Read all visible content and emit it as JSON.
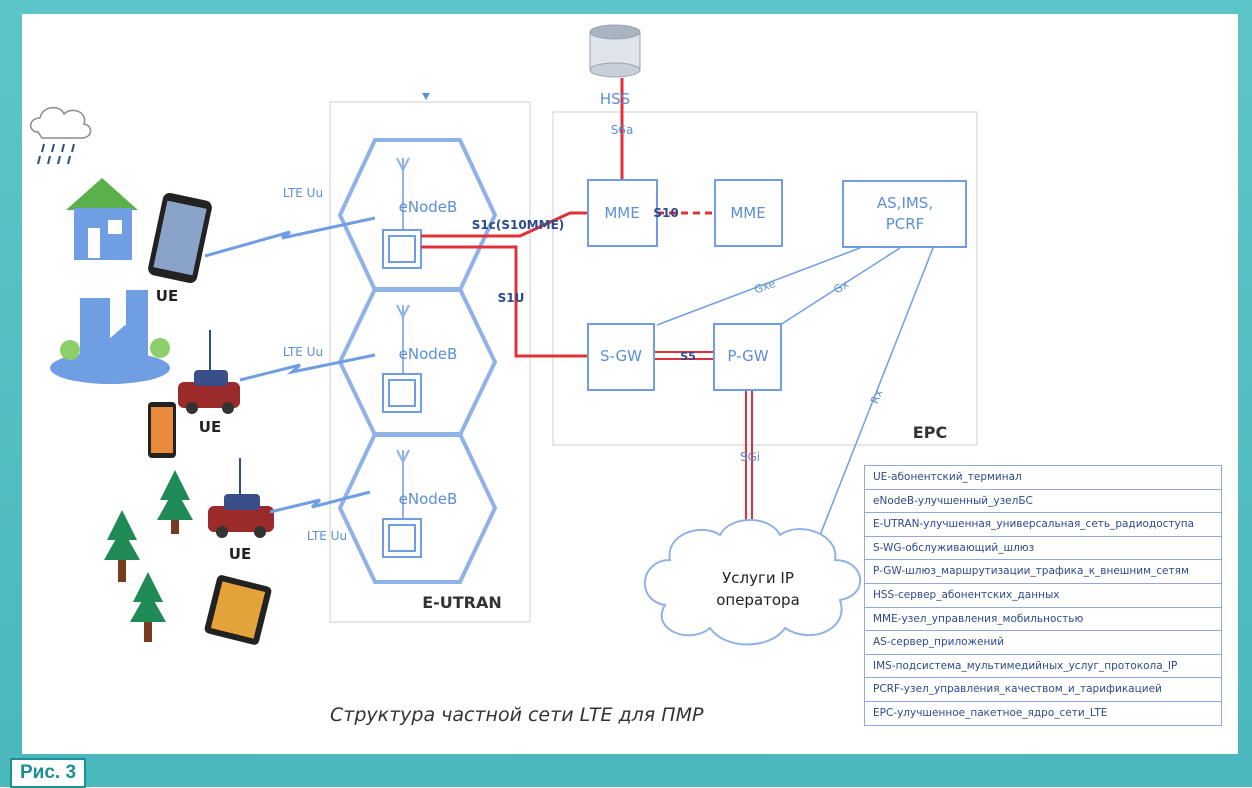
{
  "caption": "Структура частной сети LTE для ПМР",
  "figure_label": "Рис. 3",
  "regions": {
    "eutran": "E-UTRAN",
    "epc": "EPC"
  },
  "nodes": {
    "hss": "HSS",
    "enodeb": [
      "eNodeB",
      "eNodeB",
      "eNodeB"
    ],
    "mme1": "MME",
    "mme2": "MME",
    "sgw": "S-GW",
    "pgw": "P-GW",
    "as_ims_pcrf": [
      "AS,IMS,",
      "PCRF"
    ],
    "ip_services": [
      "Услуги IP",
      "оператора"
    ]
  },
  "interfaces": {
    "s6a": "S6a",
    "s1c": "S1c(S10MME)",
    "s10": "S10",
    "s1u": "S1U",
    "s5": "S5",
    "gxe": "Gxe",
    "gx": "Gx",
    "rx": "Rx",
    "sgi": "SGi",
    "lte_uu": [
      "LTE Uu",
      "LTE Uu",
      "LTE Uu"
    ]
  },
  "ue_labels": [
    "UE",
    "UE",
    "UE"
  ],
  "legend": [
    "UE-абонентский_терминал",
    "eNodeB-улучшенный_узелБС",
    "E-UTRAN-улучшенная_универсальная_сеть_радиодоступа",
    "S-WG-обслуживающий_шлюз",
    "P-GW-шлюз_маршрутизации_трафика_к_внешним_сетям",
    "HSS-сервер_абонентских_данных",
    "MME-узел_управления_мобильностью",
    "AS-сервер_приложений",
    "IMS-подсистема_мультимедийных_услуг_протокола_IP",
    "PCRF-узел_управления_качеством_и_тарификацией",
    "EPC-улучшенное_пакетное_ядро_сети_LTE"
  ],
  "colors": {
    "frame": "#4fbdc2",
    "node_border": "#6f9ee3",
    "node_text": "#5b8fd8",
    "link_red": "#e0303a",
    "label_dark": "#333333"
  }
}
